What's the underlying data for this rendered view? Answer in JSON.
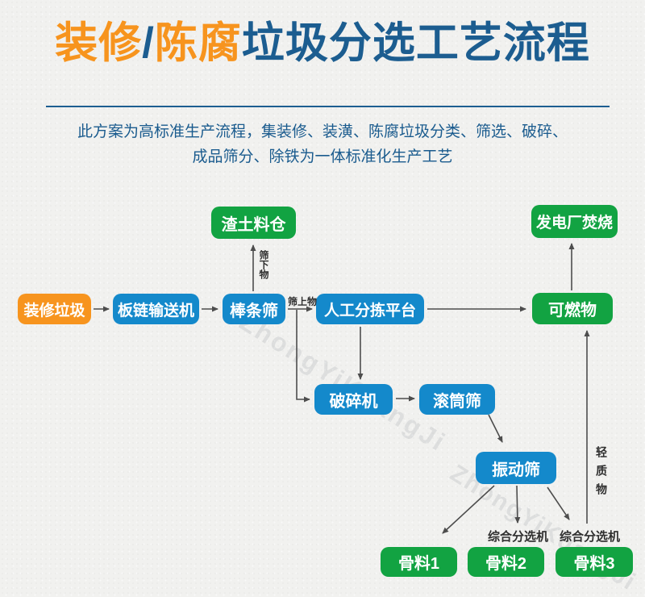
{
  "title": {
    "orange1": "装修",
    "slash": "/",
    "orange2": "陈腐",
    "blue": "垃圾分选工艺流程"
  },
  "description": {
    "line1": "此方案为高标准生产流程，集装修、装潢、陈腐垃圾分类、筛选、破碎、",
    "line2": "成品筛分、除铁为一体标准化生产工艺"
  },
  "flowchart": {
    "nodes": [
      {
        "id": "renovation-waste",
        "label": "装修垃圾",
        "type": "orange"
      },
      {
        "id": "plate-chain-conveyor",
        "label": "板链输送机",
        "type": "blue"
      },
      {
        "id": "bar-screen",
        "label": "棒条筛",
        "type": "blue"
      },
      {
        "id": "manual-sorting-platform",
        "label": "人工分拣平台",
        "type": "blue"
      },
      {
        "id": "muck-silo",
        "label": "渣土料仓",
        "type": "green"
      },
      {
        "id": "power-plant-incineration",
        "label": "发电厂焚烧",
        "type": "green"
      },
      {
        "id": "combustibles",
        "label": "可燃物",
        "type": "green"
      },
      {
        "id": "crusher",
        "label": "破碎机",
        "type": "blue"
      },
      {
        "id": "trommel-screen",
        "label": "滚筒筛",
        "type": "blue"
      },
      {
        "id": "vibrating-screen",
        "label": "振动筛",
        "type": "blue"
      },
      {
        "id": "aggregate-1",
        "label": "骨料1",
        "type": "green"
      },
      {
        "id": "aggregate-2",
        "label": "骨料2",
        "type": "green"
      },
      {
        "id": "aggregate-3",
        "label": "骨料3",
        "type": "green"
      }
    ],
    "edge_labels": {
      "screen_underflow": "筛下物",
      "screen_overflow": "筛上物",
      "light_material": "轻质物",
      "combined_separator_1": "综合分选机",
      "combined_separator_2": "综合分选机"
    }
  },
  "watermark": {
    "text": "ZhongYiKuangJi"
  },
  "colors": {
    "orange": "#f7941e",
    "blue": "#1489cb",
    "green": "#12a342",
    "title_blue": "#1c5d90",
    "description_blue": "#1a5b8e",
    "arrow": "#4d4d4d",
    "background": "#f1f1ef"
  }
}
